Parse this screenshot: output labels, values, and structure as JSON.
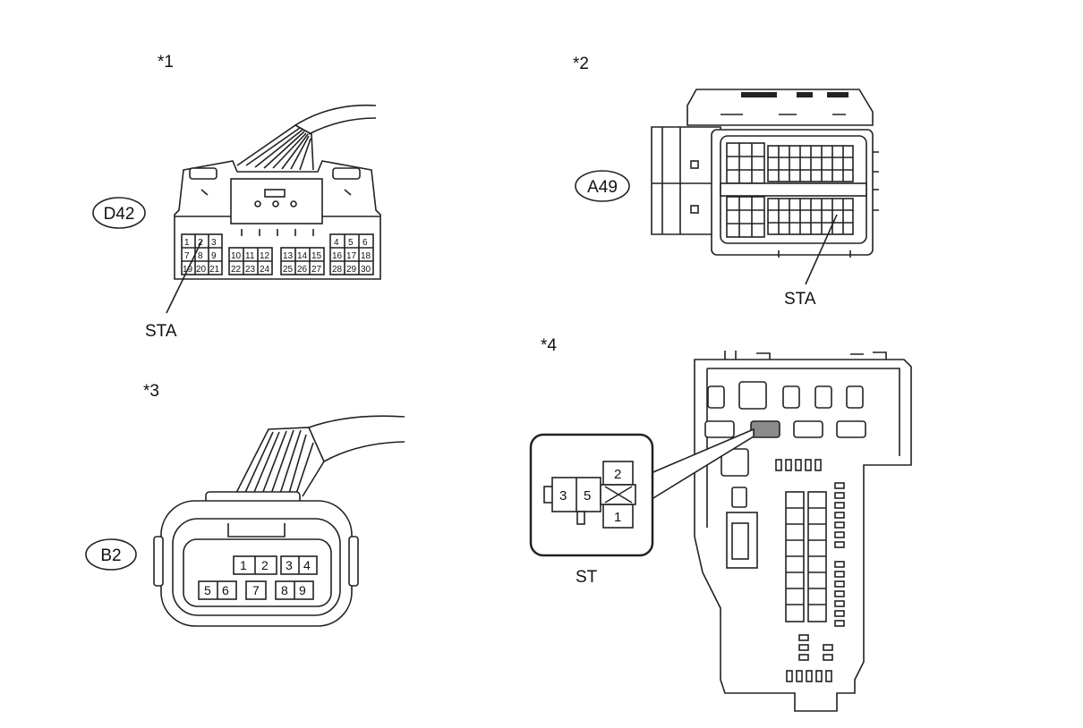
{
  "figures": {
    "fig1": {
      "marker": "*1",
      "connector": "D42",
      "terminal": "STA",
      "pins_left": [
        "1",
        "2",
        "3",
        "7",
        "8",
        "9",
        "19",
        "20",
        "21"
      ],
      "pins_mid1": [
        "10",
        "11",
        "12",
        "22",
        "23",
        "24"
      ],
      "pins_mid2": [
        "13",
        "14",
        "15",
        "25",
        "26",
        "27"
      ],
      "pins_right": [
        "4",
        "5",
        "6",
        "16",
        "17",
        "18",
        "28",
        "29",
        "30"
      ]
    },
    "fig2": {
      "marker": "*2",
      "connector": "A49",
      "terminal": "STA"
    },
    "fig3": {
      "marker": "*3",
      "connector": "B2",
      "pins_top": [
        "1",
        "2",
        "3",
        "4"
      ],
      "pins_bottom": [
        "5",
        "6",
        "7",
        "8",
        "9"
      ]
    },
    "fig4": {
      "marker": "*4",
      "relay": "ST",
      "relay_pins": [
        "3",
        "5",
        "2",
        "1"
      ]
    }
  },
  "colors": {
    "line": "#222222",
    "highlight": "#8a8a8a",
    "background": "#ffffff"
  }
}
